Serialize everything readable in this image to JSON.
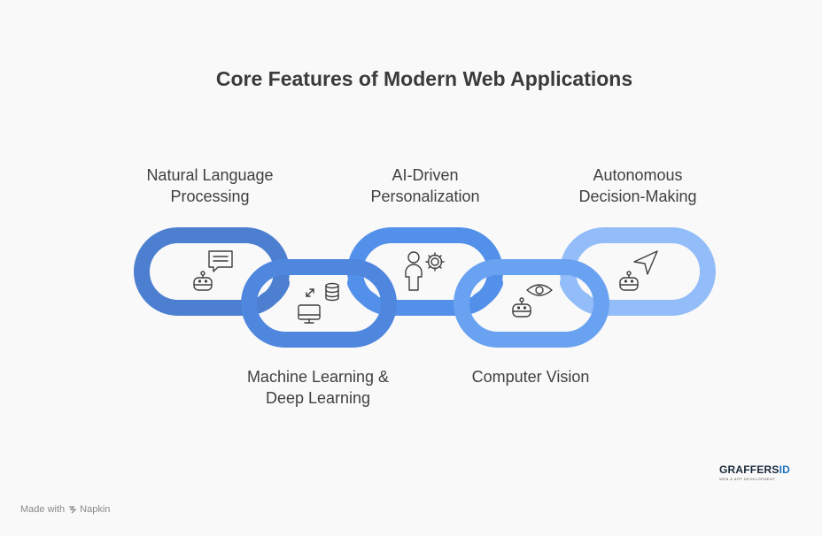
{
  "title": "Core Features of Modern Web Applications",
  "features": [
    {
      "line1": "Natural Language",
      "line2": "Processing",
      "icon": "robot-chat-icon",
      "color": "#4d7fd0"
    },
    {
      "line1": "Machine Learning &",
      "line2": "Deep Learning",
      "icon": "monitor-database-icon",
      "color": "#4f86de"
    },
    {
      "line1": "AI-Driven",
      "line2": "Personalization",
      "icon": "person-gear-icon",
      "color": "#5290ea"
    },
    {
      "line1": "Computer Vision",
      "line2": "",
      "icon": "robot-eye-icon",
      "color": "#6aa2f2"
    },
    {
      "line1": "Autonomous",
      "line2": "Decision-Making",
      "icon": "robot-navigation-icon",
      "color": "#93bdf8"
    }
  ],
  "footer": {
    "made_with": "Made with",
    "brand": "Napkin"
  },
  "logo": {
    "part1": "GRAFFERS",
    "part2": "ID",
    "tagline": "WEB & APP DEVELOPMENT"
  }
}
